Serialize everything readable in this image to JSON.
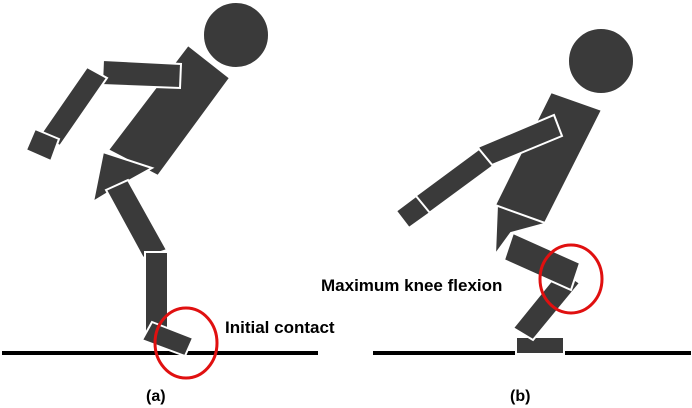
{
  "figure": {
    "panel_a": {
      "caption": "(a)",
      "annotation": "Initial contact"
    },
    "panel_b": {
      "caption": "(b)",
      "annotation": "Maximum knee flexion"
    }
  },
  "colors": {
    "figure_fill": "#3a3a3a",
    "highlight_circle": "#e01010",
    "ground": "#000000"
  }
}
